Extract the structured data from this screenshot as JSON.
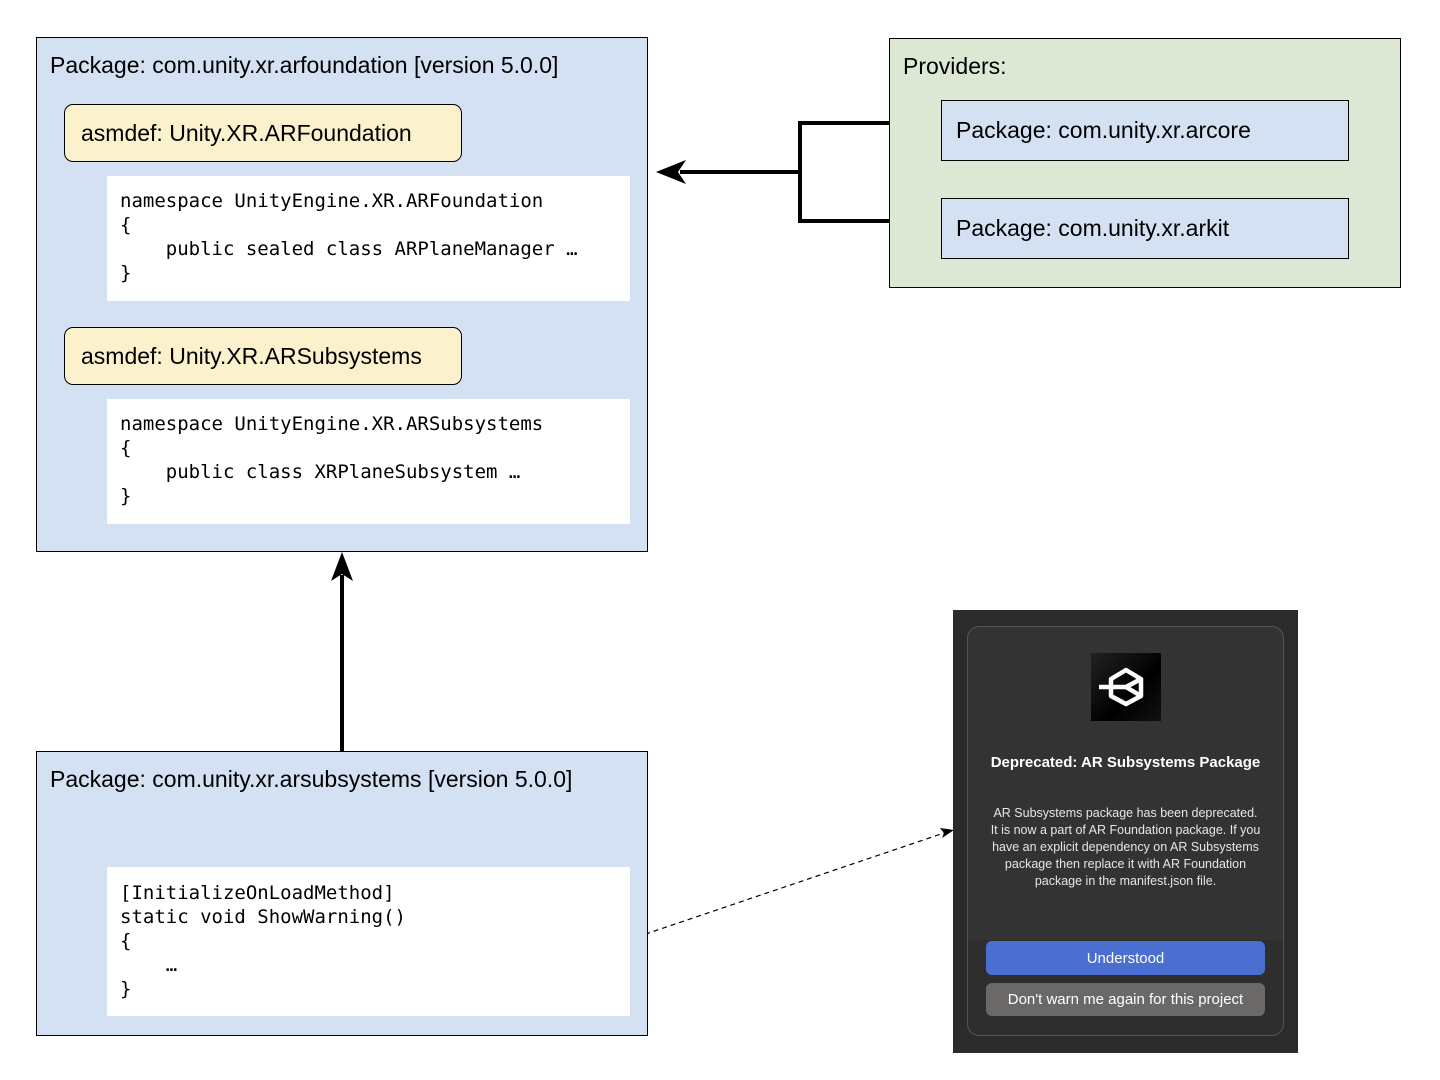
{
  "arfoundation": {
    "title": "Package: com.unity.xr.arfoundation [version 5.0.0]",
    "asmdef1": "asmdef: Unity.XR.ARFoundation",
    "code1": "namespace UnityEngine.XR.ARFoundation\n{\n    public sealed class ARPlaneManager …\n}",
    "asmdef2": "asmdef: Unity.XR.ARSubsystems",
    "code2": "namespace UnityEngine.XR.ARSubsystems\n{\n    public class XRPlaneSubsystem …\n}"
  },
  "arsubsystems": {
    "title": "Package: com.unity.xr.arsubsystems [version 5.0.0]",
    "code": "[InitializeOnLoadMethod]\nstatic void ShowWarning()\n{\n    …\n}"
  },
  "providers": {
    "title": "Providers:",
    "items": [
      "Package: com.unity.xr.arcore",
      "Package: com.unity.xr.arkit"
    ]
  },
  "dialog": {
    "logo_icon": "unity-logo-icon",
    "title": "Deprecated: AR Subsystems Package",
    "body": "AR Subsystems package has been deprecated. It is now a part of AR Foundation package. If you have an explicit dependency on AR Subsystems package then replace it with AR Foundation package in the manifest.json file.",
    "primary_button": "Understood",
    "secondary_button": "Don't warn me again for this project"
  },
  "colors": {
    "package_fill": "#d4e1f3",
    "asmdef_fill": "#fcf1cd",
    "providers_fill": "#dde8d4",
    "dialog_bg": "#333333",
    "primary_button": "#4a6fd1",
    "secondary_button": "#6b6968"
  }
}
